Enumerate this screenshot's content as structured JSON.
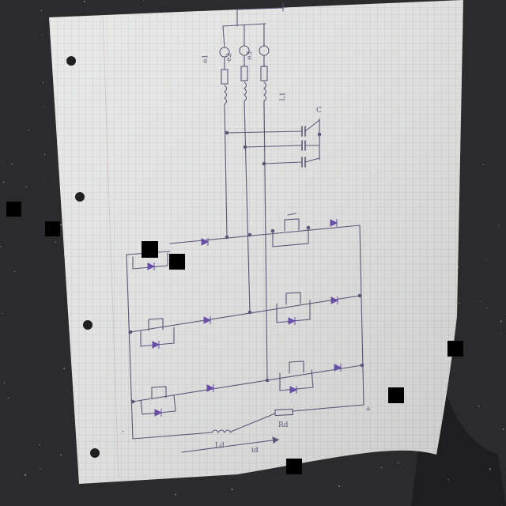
{
  "photo": {
    "subject": "",
    "surface_color": "#2b2b2d",
    "paper_color": "#e7e8e6",
    "grid_color": "#b9c2c6",
    "ink_color": "#5a5778",
    "component_ink_color": "#6a4fa8"
  },
  "diagram": {
    "labels": {
      "source_a": "e1",
      "source_b": "e2",
      "source_c": "e3",
      "inductor_group": "L1",
      "capacitor_group": "C",
      "load_inductor": "Ld",
      "load_resistor": "Rd",
      "output_current": "id",
      "plus_terminal": "+",
      "minus_terminal": "-"
    }
  }
}
